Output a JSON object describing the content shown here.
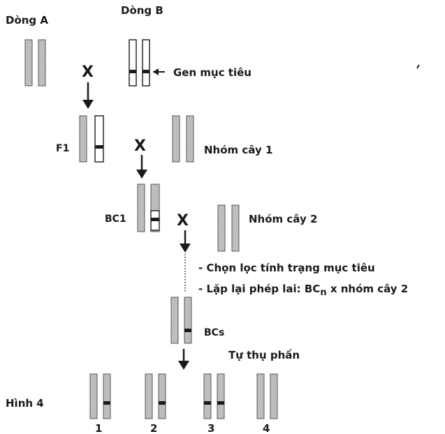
{
  "colors": {
    "chromosome_fill": "#c9c9c9",
    "stroke": "#1a1a1a",
    "background": "#ffffff"
  },
  "labels": {
    "dong_a": "Dòng A",
    "dong_b": "Dòng B",
    "gen_muc_tieu": "Gen mục tiêu",
    "cross_symbol": "X",
    "f1": "F1",
    "nhom_cay_1": "Nhóm cây 1",
    "bc1": "BC1",
    "nhom_cay_2": "Nhóm cây  2",
    "note_select": "- Chọn lọc tính trạng mục tiêu",
    "note_repeat_prefix": "- Lặp lại phép lai: BC",
    "note_repeat_sub": "n",
    "note_repeat_suffix": " x nhóm cây 2",
    "bc_s": "BCs",
    "tu_thu_phan": "Tự thụ phấn",
    "hinh": "Hình 4",
    "offspring_1": "1",
    "offspring_2": "2",
    "offspring_3": "3",
    "offspring_4": "4"
  },
  "icons": [
    "cross-x-icon",
    "down-arrow-icon",
    "left-arrow-icon"
  ]
}
